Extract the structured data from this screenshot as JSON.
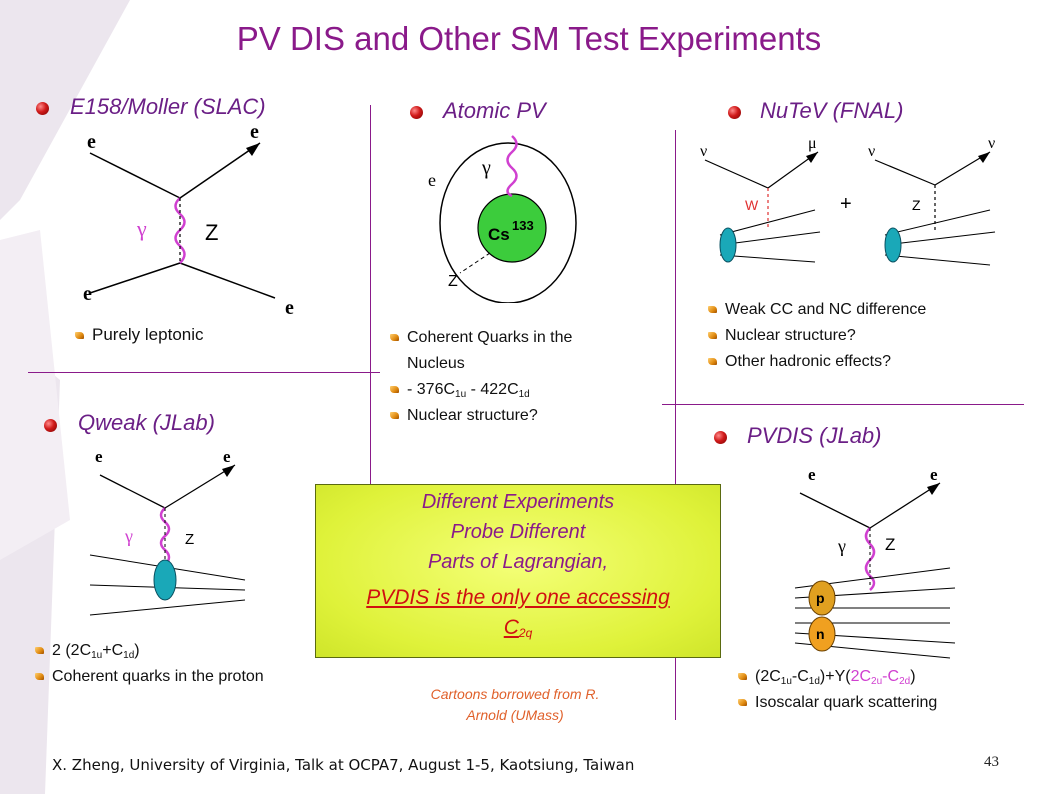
{
  "title": "PV DIS and Other SM Test Experiments",
  "e158": {
    "heading": "E158/Moller (SLAC)",
    "diagram": {
      "e_tl": "e",
      "e_tr": "e",
      "e_bl": "e",
      "e_br": "e",
      "gamma": "γ",
      "z": "Z"
    },
    "bullets": [
      "Purely leptonic"
    ]
  },
  "atomic": {
    "heading": "Atomic PV",
    "diagram": {
      "e": "e",
      "gamma": "γ",
      "nucleus": "Cs",
      "mass": "133",
      "z": "Z"
    },
    "bullet1_line1": "Coherent Quarks in the",
    "bullet1_line2": "Nucleus",
    "bullet2_a": "- 376C",
    "bullet2_s1": "1u",
    "bullet2_b": " - 422C",
    "bullet2_s2": "1d",
    "bullet3": "Nuclear structure?"
  },
  "nutev": {
    "heading": "NuTeV (FNAL)",
    "diagram": {
      "nu1": "ν",
      "mu": "μ",
      "nu2": "ν",
      "nu3": "ν",
      "w": "W",
      "z": "Z",
      "plus": "+"
    },
    "bullets": [
      "Weak CC and NC difference",
      "Nuclear structure?",
      "Other hadronic effects?"
    ]
  },
  "qweak": {
    "heading": "Qweak (JLab)",
    "diagram": {
      "e_l": "e",
      "e_r": "e",
      "gamma": "γ",
      "z": "Z"
    },
    "b1_a": "2 (2C",
    "b1_s1": "1u",
    "b1_b": "+C",
    "b1_s2": "1d",
    "b1_c": ")",
    "b2": "Coherent quarks in the proton"
  },
  "pvdis": {
    "heading": "PVDIS (JLab)",
    "diagram": {
      "e_l": "e",
      "e_r": "e",
      "gamma": "γ",
      "z": "Z",
      "p": "p",
      "n": "n"
    },
    "b1_a": "(2C",
    "b1_s1": "1u",
    "b1_b": "-C",
    "b1_s2": "1d",
    "b1_c": ")+Y(",
    "b1_d": "2C",
    "b1_s3": "2u",
    "b1_e": "-C",
    "b1_s4": "2d",
    "b1_f": ")",
    "b2": "Isoscalar quark scattering"
  },
  "callout": {
    "line1": "Different Experiments",
    "line2": "Probe Different",
    "line3": "Parts of Lagrangian,",
    "line4": "PVDIS is the only one accessing",
    "line5_a": "C",
    "line5_sub": "2q"
  },
  "cite": {
    "line1": "Cartoons borrowed from R.",
    "line2": "Arnold (UMass)"
  },
  "footer": "X. Zheng, University of Virginia,  Talk at OCPA7, August 1-5, Kaotsiung, Taiwan",
  "page_number": "43",
  "colors": {
    "heading": "#6b1f86",
    "accent": "#8a1a8a",
    "callout_bg": "#e6f545",
    "cite": "#e0602a",
    "boson": "#d040d0",
    "particle": "#1aa8b8",
    "nucleus": "#3ccc3c"
  }
}
